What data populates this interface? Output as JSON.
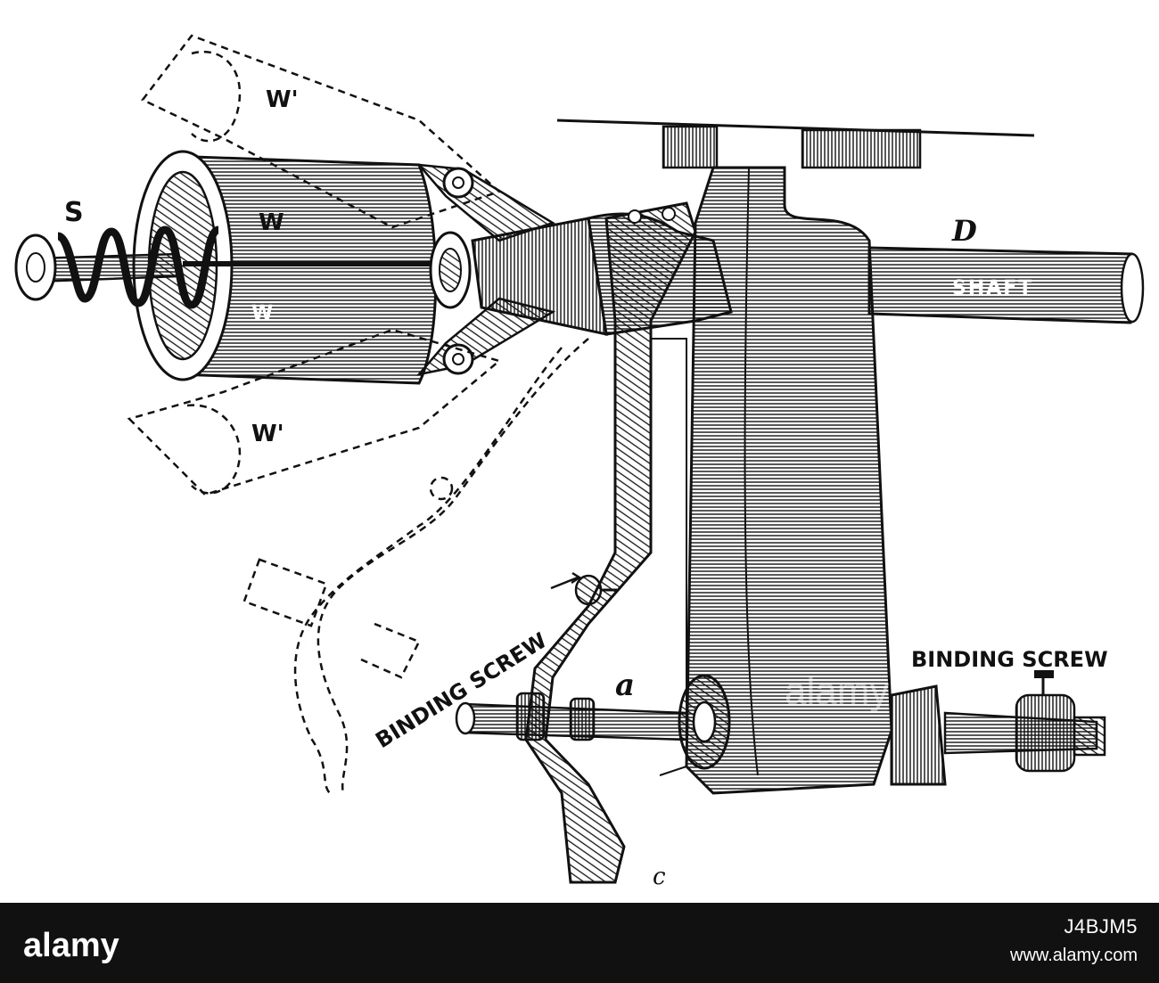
{
  "labels": {
    "s": "S",
    "w_top": "W",
    "w_bottom": "W",
    "w_prime_top": "W'",
    "w_prime_bottom": "W'",
    "d": "D",
    "shaft": "SHAFT",
    "binding_screw_left": "BINDING SCREW",
    "binding_screw_right": "BINDING SCREW",
    "a": "a",
    "c": "c"
  },
  "watermark": "alamy",
  "footer": {
    "logo": "alamy",
    "image_id": "J4BJM5",
    "url": "www.alamy.com"
  },
  "colors": {
    "ink": "#111111",
    "paper": "#ffffff",
    "bar": "#111111"
  }
}
